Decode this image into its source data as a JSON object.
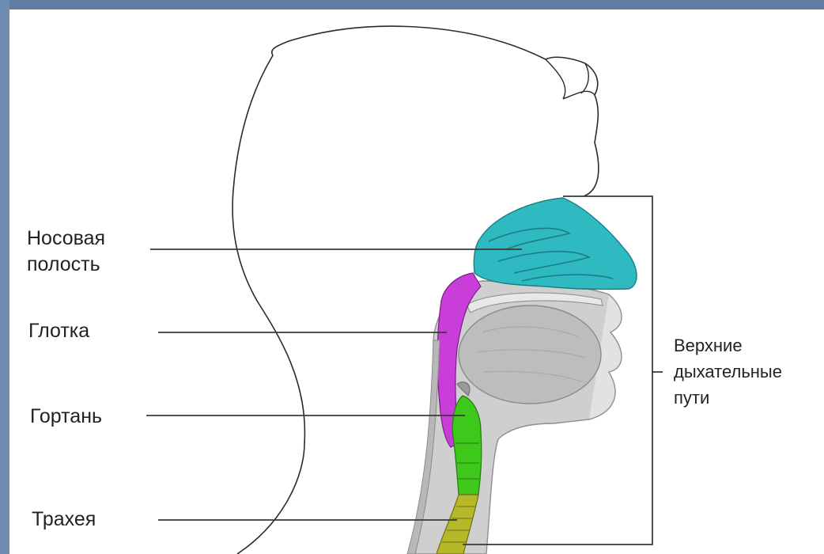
{
  "labels": {
    "nasal_cavity_line1": "Носовая",
    "nasal_cavity_line2": "полость",
    "pharynx": "Глотка",
    "larynx": "Гортань",
    "trachea": "Трахея",
    "upper_airways_line1": "Верхние",
    "upper_airways_line2": "дыхательные",
    "upper_airways_line3": "пути"
  },
  "colors": {
    "nasal_cavity": "#2fb9c0",
    "pharynx": "#c93ed8",
    "larynx": "#3fc81c",
    "trachea": "#b6b82a",
    "frame": "#5f7da3"
  }
}
